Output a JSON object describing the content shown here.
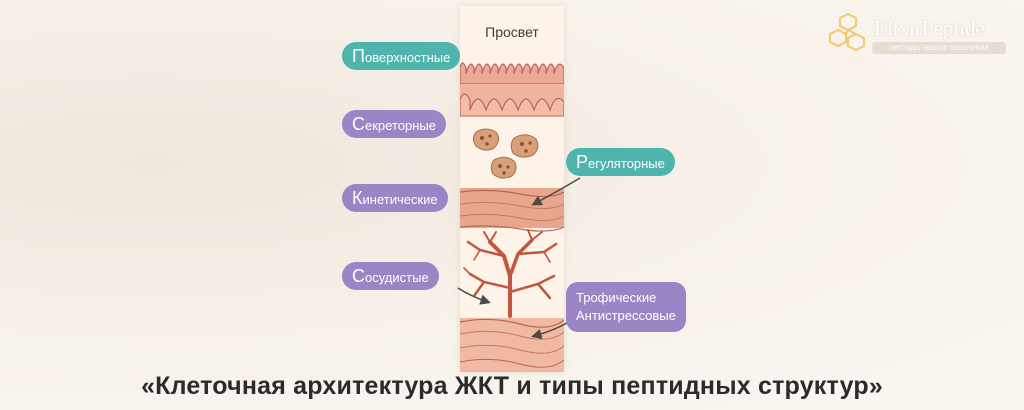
{
  "diagram": {
    "lumen_label": "Просвет",
    "labels": {
      "surface": "Поверхностные",
      "secretory": "Секреторные",
      "regulatory": "Регуляторные",
      "kinetic": "Кинетические",
      "vascular": "Сосудистые",
      "trophic_line1": "Трофические",
      "trophic_line2": "Антистрессовые"
    }
  },
  "title": "«Клеточная архитектура ЖКТ и типы пептидных структур»",
  "logo": {
    "name": "ElixirPeptide",
    "tagline": "пептиды нового поколения"
  },
  "colors": {
    "teal": "#4fb3ae",
    "purple": "#9a86c4",
    "tissue": "#e7a48e",
    "vessel": "#c4553e"
  }
}
